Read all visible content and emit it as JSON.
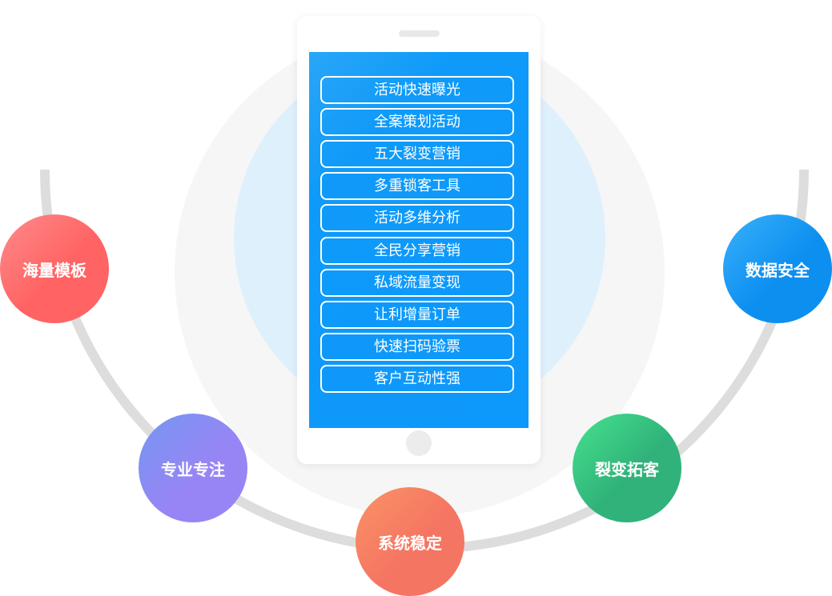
{
  "phone_items": [
    "活动快速曝光",
    "全案策划活动",
    "五大裂变营销",
    "多重锁客工具",
    "活动多维分析",
    "全民分享营销",
    "私域流量变现",
    "让利增量订单",
    "快速扫码验票",
    "客户互动性强"
  ],
  "features": [
    {
      "label": "海量模板",
      "colors": [
        "#ff8a8a",
        "#ff6363"
      ]
    },
    {
      "label": "专业专注",
      "colors": [
        "#7497f2",
        "#9785f5"
      ]
    },
    {
      "label": "系统稳定",
      "colors": [
        "#f99364",
        "#f57563"
      ]
    },
    {
      "label": "裂变拓客",
      "colors": [
        "#45e38d",
        "#30b27a"
      ]
    },
    {
      "label": "数据安全",
      "colors": [
        "#39b1fb",
        "#0d8ff0"
      ]
    }
  ]
}
